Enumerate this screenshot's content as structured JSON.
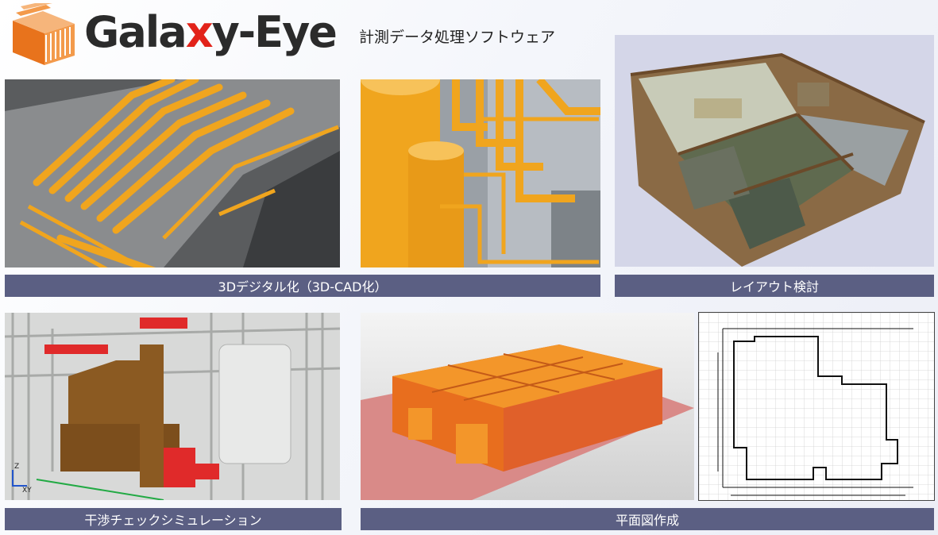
{
  "header": {
    "brand_prefix": "Gala",
    "brand_x": "x",
    "brand_suffix": "y-Eye",
    "tagline": "計測データ処理ソフトウェア"
  },
  "captions": {
    "digitize": "3Dデジタル化（3D-CAD化）",
    "layout": "レイアウト検討",
    "interference": "干渉チェックシミュレーション",
    "floorplan": "平面図作成"
  },
  "axis_labels": {
    "z": "Z",
    "xy": "XY"
  },
  "colors": {
    "caption_bg": "#5b5f83",
    "pipe_orange": "#f0a51e",
    "logo_orange": "#e8731c",
    "brand_red": "#e2231a"
  }
}
